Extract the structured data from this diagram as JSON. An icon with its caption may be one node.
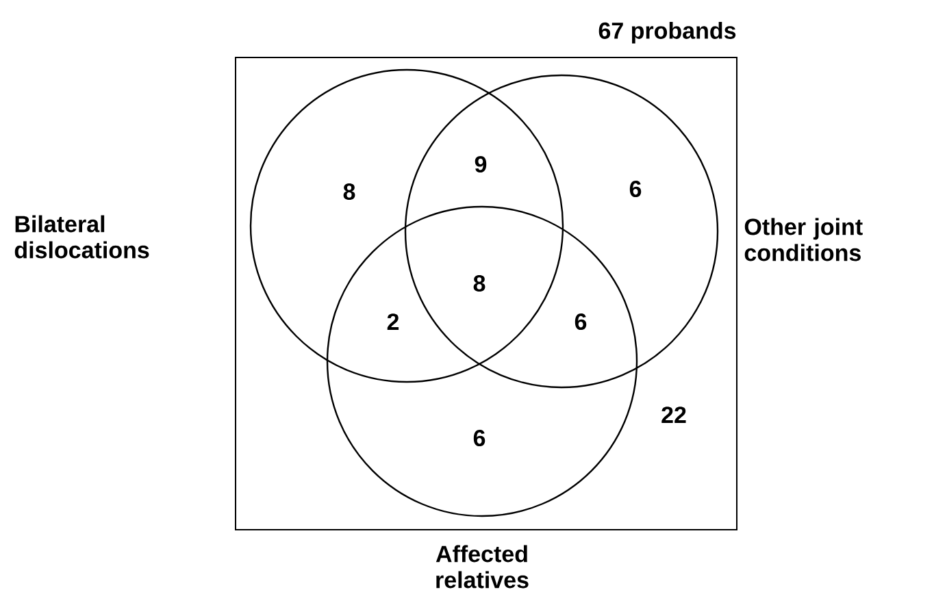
{
  "diagram": {
    "nodes": [
      {
        "text": [
          "67 probands"
        ]
      },
      {
        "text": [
          "Bilateral dislocations"
        ],
        "in": 0
      },
      {
        "text": [
          "Other joint conditions"
        ],
        "in": 0
      },
      {
        "text": [
          "Affected relatives"
        ],
        "in": 0
      }
    ],
    "edges": [],
    "labels": [
      "8",
      "9",
      "6",
      "8",
      "2",
      "6",
      "6",
      "22"
    ]
  }
}
